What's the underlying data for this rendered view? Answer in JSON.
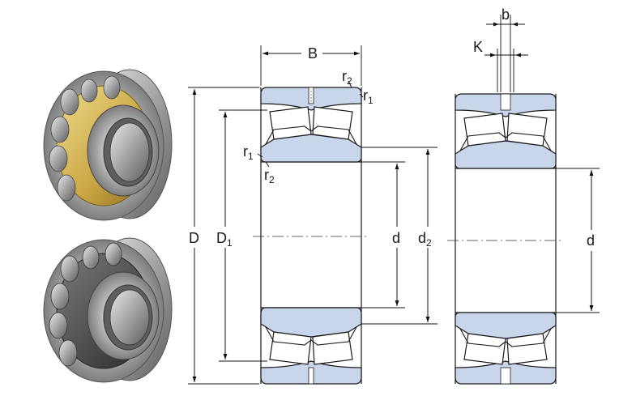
{
  "drawing": {
    "labels": {
      "B": "B",
      "D": "D",
      "D1": "D",
      "D1_sub": "1",
      "d_left": "d",
      "d2": "d",
      "d2_sub": "2",
      "d_right": "d",
      "b": "b",
      "K": "K",
      "r1_top": "r",
      "r1_top_sub": "1",
      "r2_top": "r",
      "r2_top_sub": "2",
      "r1_side": "r",
      "r1_side_sub": "1",
      "r2_side": "r",
      "r2_side_sub": "2"
    },
    "photos": [
      {
        "name": "bearing-photo-brass-cage"
      },
      {
        "name": "bearing-photo-steel-cage"
      }
    ]
  }
}
